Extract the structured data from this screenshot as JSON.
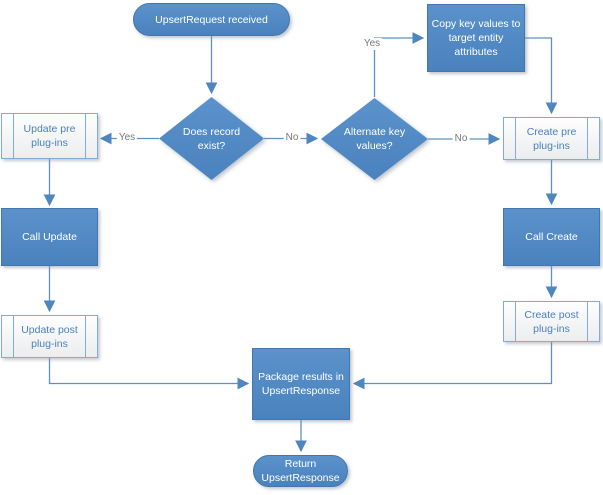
{
  "diagram": {
    "kind": "flowchart",
    "nodes": {
      "start": {
        "type": "terminator",
        "label": "UpsertRequest received"
      },
      "copy_keys": {
        "type": "process",
        "label": "Copy key values to target entity attributes"
      },
      "does_record_exist": {
        "type": "decision",
        "label": "Does record exist?"
      },
      "alternate_keys": {
        "type": "decision",
        "label": "Alternate key values?"
      },
      "update_pre": {
        "type": "predefined",
        "label": "Update pre plug-ins"
      },
      "create_pre": {
        "type": "predefined",
        "label": "Create pre plug-ins"
      },
      "call_update": {
        "type": "process",
        "label": "Call Update"
      },
      "call_create": {
        "type": "process",
        "label": "Call Create"
      },
      "update_post": {
        "type": "predefined",
        "label": "Update post plug-ins"
      },
      "create_post": {
        "type": "predefined",
        "label": "Create post plug-ins"
      },
      "package": {
        "type": "process",
        "label": "Package results in UpsertResponse"
      },
      "return": {
        "type": "terminator",
        "label": "Return UpsertResponse"
      }
    },
    "edge_labels": {
      "exist_yes": "Yes",
      "exist_no": "No",
      "alt_yes": "Yes",
      "alt_no": "No"
    },
    "colors": {
      "shape_fill": "#5289c5",
      "shape_border": "#4377ab",
      "predefined_border": "#84aad5",
      "predefined_text": "#4a80bf",
      "connector": "#5e90c8",
      "edge_label_text": "#777779",
      "background": "#ffffff"
    }
  }
}
